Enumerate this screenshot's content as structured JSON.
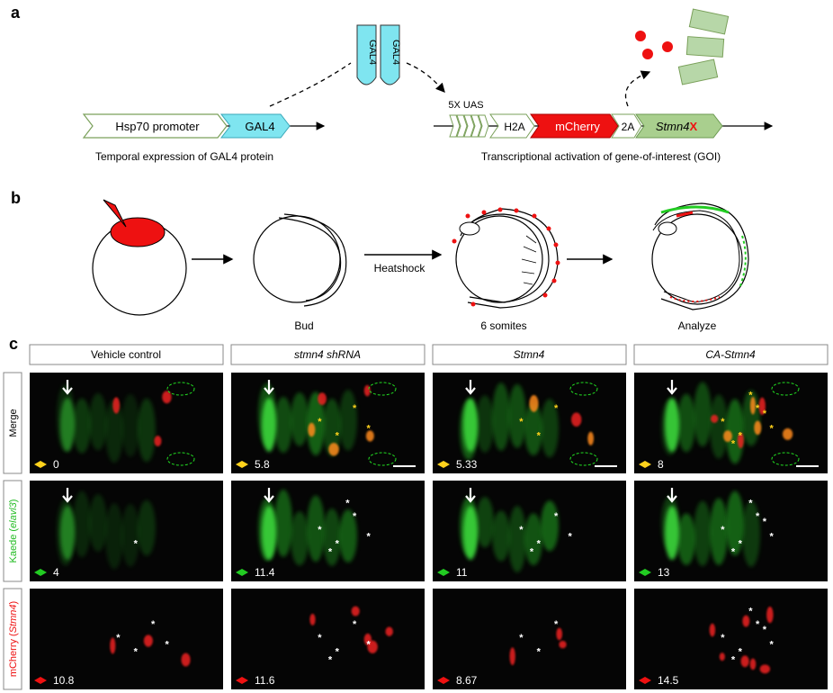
{
  "panels": {
    "a": {
      "label": "a",
      "promoter_label": "Hsp70 promoter",
      "gal4_label": "GAL4",
      "protein_labels": [
        "GAL4",
        "GAL4"
      ],
      "uas_label": "5X UAS",
      "h2a_label": "H2A",
      "mcherry_label": "mCherry",
      "p2a_label": "2A",
      "goi_label": "Stmn4",
      "goi_mark": "X",
      "caption_left": "Temporal expression of GAL4 protein",
      "caption_right": "Transcriptional activation of gene-of-interest (GOI)",
      "colors": {
        "gal4": "#7fe5f0",
        "mcherry": "#ee1111",
        "goi": "#a9cf8e",
        "protein_green": "#b7d7a8",
        "dot_red": "#ee1111"
      }
    },
    "b": {
      "label": "b",
      "step_labels": [
        "Bud",
        "Heatshock",
        "6 somites",
        "Analyze"
      ]
    },
    "c": {
      "label": "c",
      "column_headers": [
        "Vehicle control",
        "stmn4 shRNA",
        "Stmn4",
        "CA-Stmn4"
      ],
      "row_labels": {
        "merge": "Merge",
        "kaede_prefix": "Kaede (",
        "kaede_gene": "elavl3",
        "kaede_suffix": ")",
        "mcherry_prefix": "mCherry (",
        "mcherry_gene": "Stmn4",
        "mcherry_suffix": ")"
      },
      "counts": {
        "merge": [
          "0",
          "5.8",
          "5.33",
          "8"
        ],
        "kaede": [
          "4",
          "11.4",
          "11",
          "13"
        ],
        "mcherry": [
          "10.8",
          "11.6",
          "8.67",
          "14.5"
        ]
      },
      "asterisk": "*",
      "colors": {
        "merge_marker": "#ffd21c",
        "kaede_marker": "#22cc22",
        "mcherry_marker": "#ee1111",
        "label_green": "#22bb22",
        "label_red": "#ee1111"
      }
    }
  }
}
